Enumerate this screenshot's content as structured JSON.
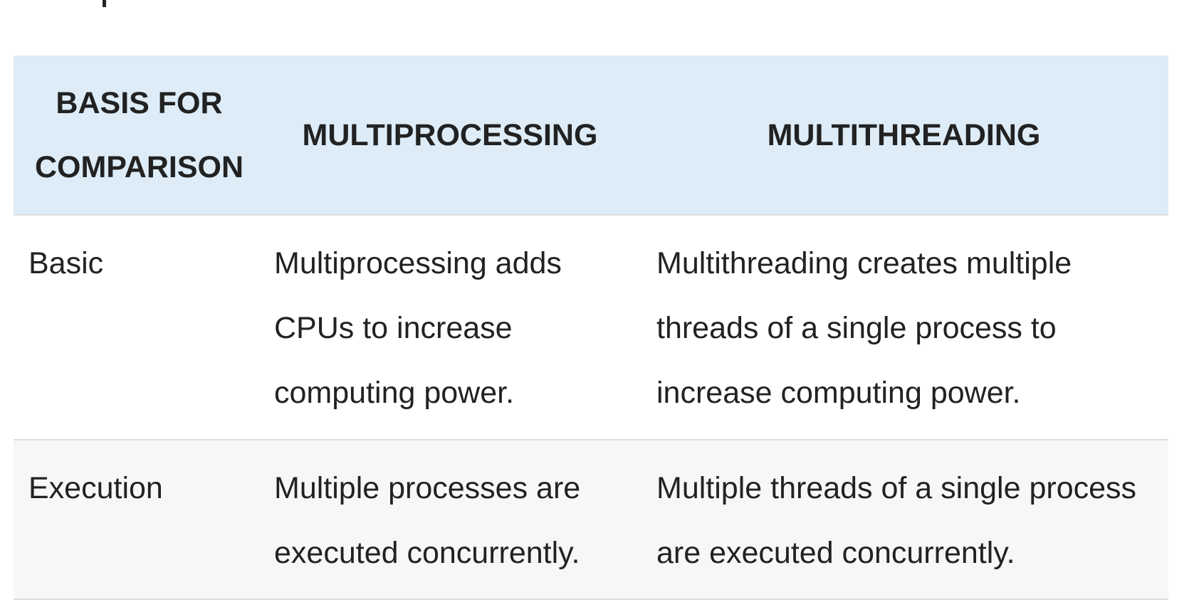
{
  "table": {
    "headers": [
      "BASIS FOR COMPARISON",
      "MULTIPROCESSING",
      "MULTITHREADING"
    ],
    "rows": [
      {
        "basis": "Basic",
        "multiprocessing": "Multiprocessing adds CPUs to increase computing power.",
        "multithreading": "Multithreading creates multiple threads of a single process to increase computing power."
      },
      {
        "basis": "Execution",
        "multiprocessing": "Multiple processes are executed concurrently.",
        "multithreading": "Multiple threads of a single process are executed concurrently."
      }
    ]
  },
  "colors": {
    "header_bg": "#ddecf7",
    "alt_row_bg": "#f7f7f7",
    "border": "#dddddd",
    "text": "#222222"
  }
}
